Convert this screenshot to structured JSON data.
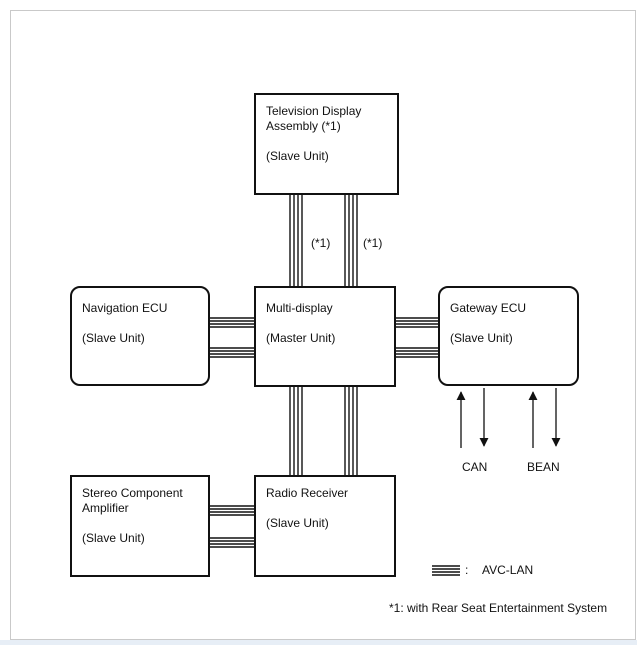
{
  "nodes": {
    "tv": {
      "title_line1": "Television Display",
      "title_line2": "Assembly  (*1)",
      "role": "(Slave Unit)"
    },
    "nav": {
      "title": "Navigation ECU",
      "role": "(Slave Unit)"
    },
    "multi": {
      "title": "Multi-display",
      "role": "(Master Unit)"
    },
    "gateway": {
      "title": "Gateway ECU",
      "role": "(Slave Unit)"
    },
    "stereo": {
      "title_line1": "Stereo Component",
      "title_line2": "Amplifier",
      "role": "(Slave Unit)"
    },
    "radio": {
      "title": "Radio Receiver",
      "role": "(Slave Unit)"
    }
  },
  "link_labels": {
    "tv_left": "(*1)",
    "tv_right": "(*1)"
  },
  "bus_labels": {
    "can": "CAN",
    "bean": "BEAN"
  },
  "legend": {
    "separator": ":",
    "label": "AVC-LAN"
  },
  "footnote": "*1: with Rear Seat Entertainment System",
  "colors": {
    "line": "#111111",
    "frame": "#c9c9c9"
  }
}
